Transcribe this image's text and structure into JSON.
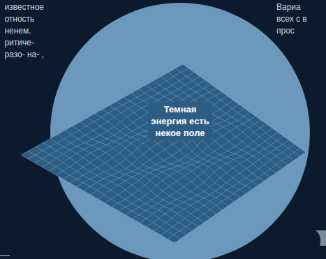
{
  "diagram": {
    "nodes": [
      {
        "text": [
          "Темная энергия есть некое поле"
        ]
      }
    ],
    "labels": [
      "известное отность ненем. ритиче- разо- на- ,",
      "Вариа всех с в прос"
    ]
  }
}
